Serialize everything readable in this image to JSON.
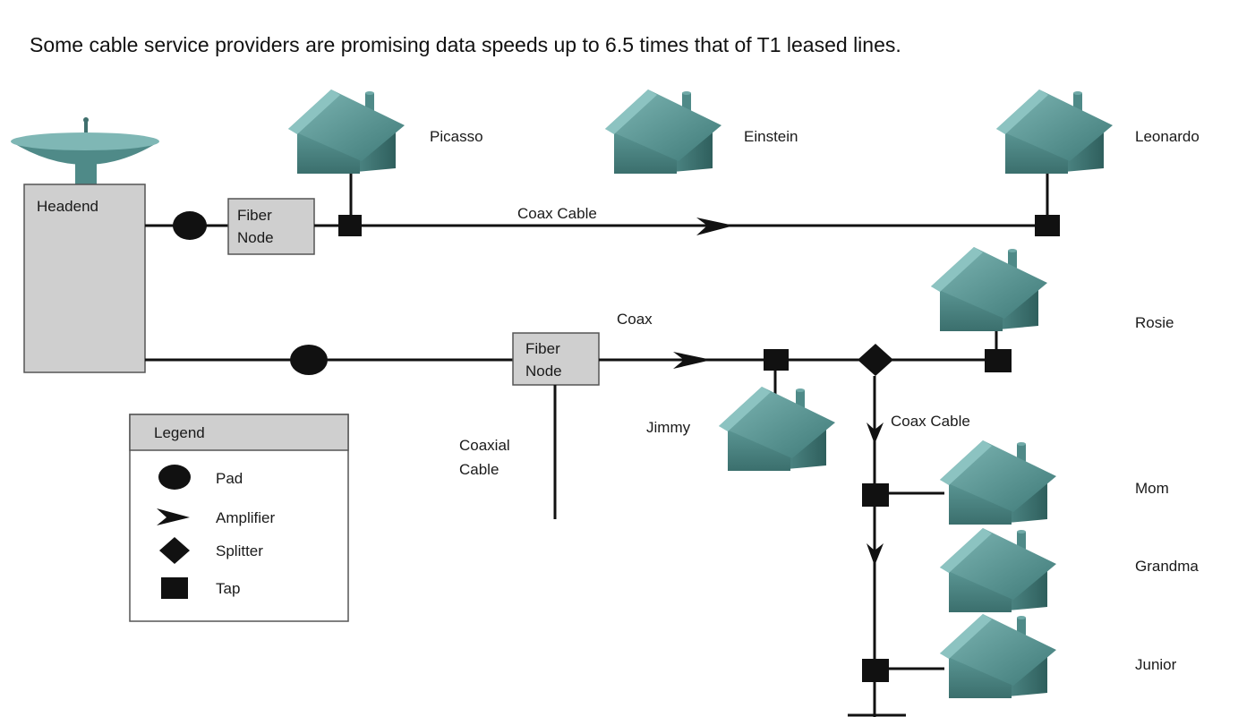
{
  "caption": "Some cable service providers are promising data speeds up to 6.5 times that of T1 leased lines.",
  "nodes": {
    "headend": "Headend",
    "fiber_node_1": [
      "Fiber",
      "Node"
    ],
    "fiber_node_2": [
      "Fiber",
      "Node"
    ]
  },
  "line_labels": {
    "coax_cable_top": "Coax Cable",
    "coax_mid": "Coax",
    "coaxial_cable": [
      "Coaxial",
      "Cable"
    ],
    "coax_cable_vertical": "Coax Cable"
  },
  "houses": {
    "picasso": "Picasso",
    "einstein": "Einstein",
    "leonardo": "Leonardo",
    "rosie": "Rosie",
    "jimmy": "Jimmy",
    "mom": "Mom",
    "grandma": "Grandma",
    "junior": "Junior"
  },
  "legend": {
    "title": "Legend",
    "items": [
      {
        "symbol": "pad",
        "label": "Pad"
      },
      {
        "symbol": "amplifier",
        "label": "Amplifier"
      },
      {
        "symbol": "splitter",
        "label": "Splitter"
      },
      {
        "symbol": "tap",
        "label": "Tap"
      }
    ]
  },
  "colors": {
    "house_roof": "#5f9c9a",
    "house_wall": "#4f8a88",
    "box_fill": "#cfcfcf",
    "dish": "#4f8a88"
  }
}
